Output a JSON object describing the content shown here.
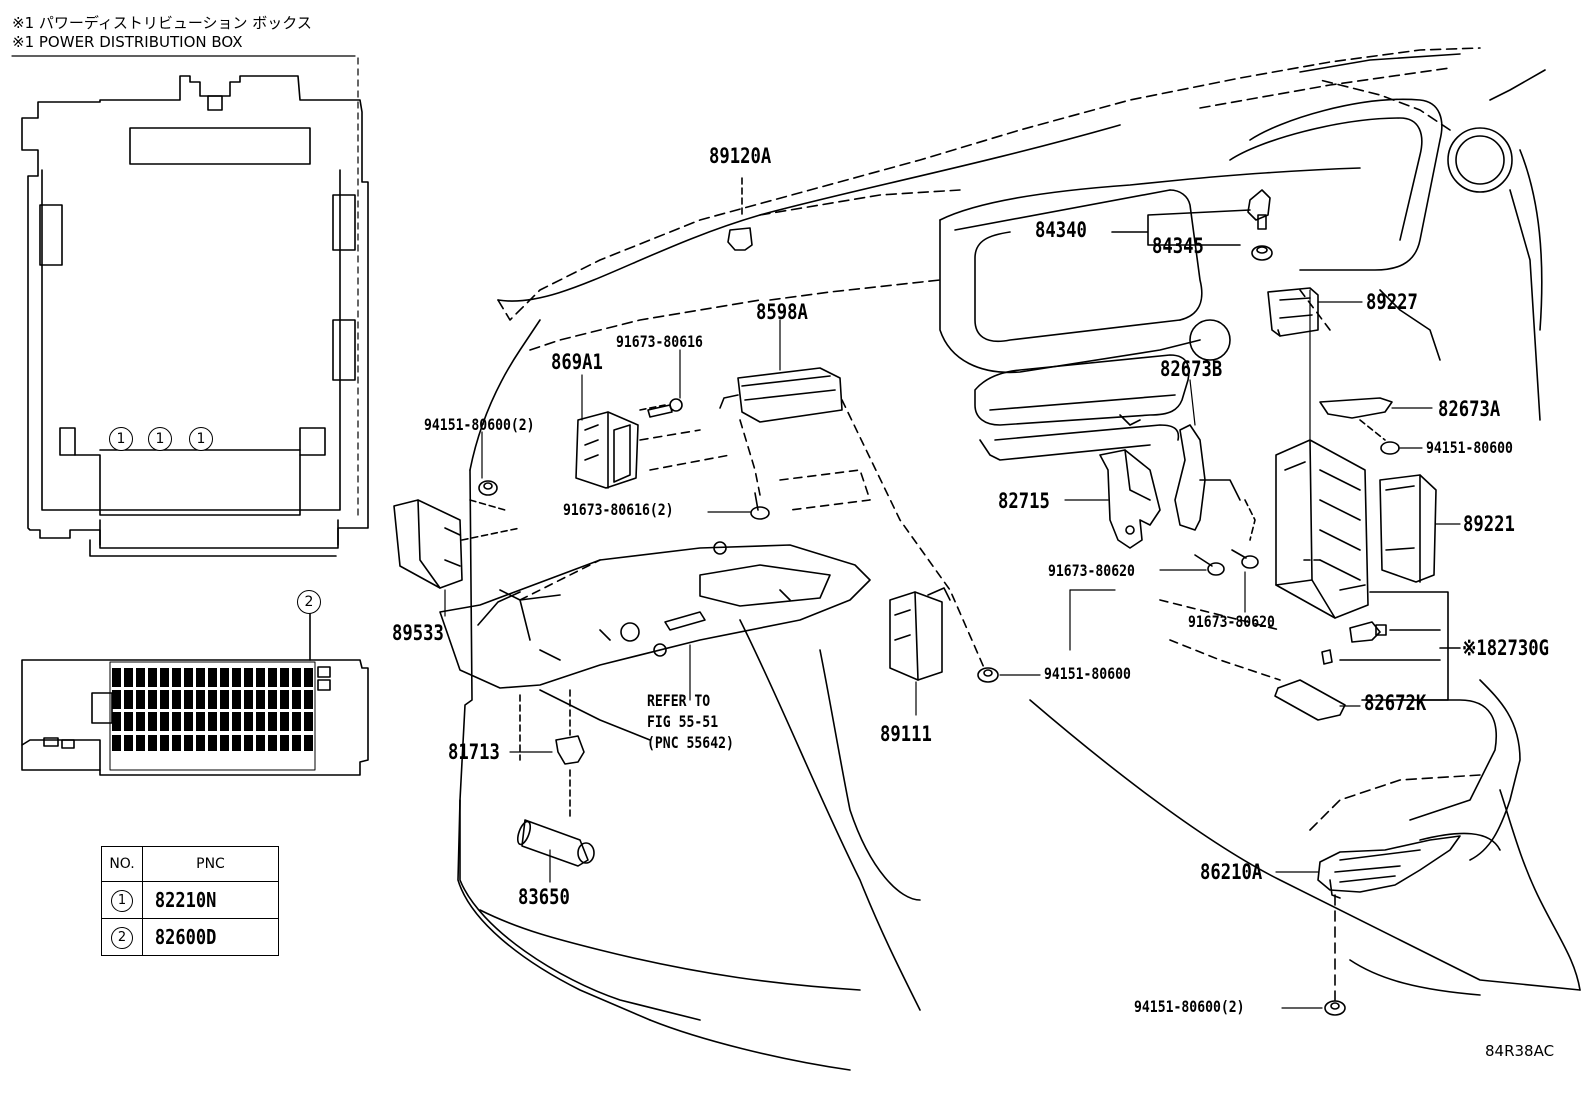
{
  "header": {
    "line_jp": "※1  パワーディストリビューション ボックス",
    "line_en": "※1  POWER DISTRIBUTION BOX"
  },
  "box_markers": {
    "marker_1": "1",
    "marker_2": "2"
  },
  "labels": {
    "p89120A": "89120A",
    "p84340": "84340",
    "p84345": "84345",
    "p89227": "89227",
    "p8598A": "8598A",
    "p91673_80616": "91673-80616",
    "p869A1": "869A1",
    "p82673B": "82673B",
    "p94151_80600_2_a": "94151-80600(2)",
    "p82673A": "82673A",
    "p94151_80600_a": "94151-80600",
    "p89221": "89221",
    "p91673_80616_2": "91673-80616(2)",
    "p82715": "82715",
    "p91673_80620_a": "91673-80620",
    "p91673_80620_b": "91673-80620",
    "p182730G": "※182730G",
    "p89533": "89533",
    "p94151_80600_b": "94151-80600",
    "p82672K": "82672K",
    "refer_line1": "REFER TO",
    "refer_line2": "FIG 55-51",
    "refer_line3": "(PNC 55642)",
    "p89111": "89111",
    "p81713": "81713",
    "p83650": "83650",
    "p86210A": "86210A",
    "p94151_80600_2_b": "94151-80600(2)"
  },
  "pnc_table": {
    "col_no": "NO.",
    "col_pnc": "PNC",
    "rows": [
      {
        "no": "1",
        "pnc": "82210N"
      },
      {
        "no": "2",
        "pnc": "82600D"
      }
    ]
  },
  "reference_code": "84R38AC"
}
